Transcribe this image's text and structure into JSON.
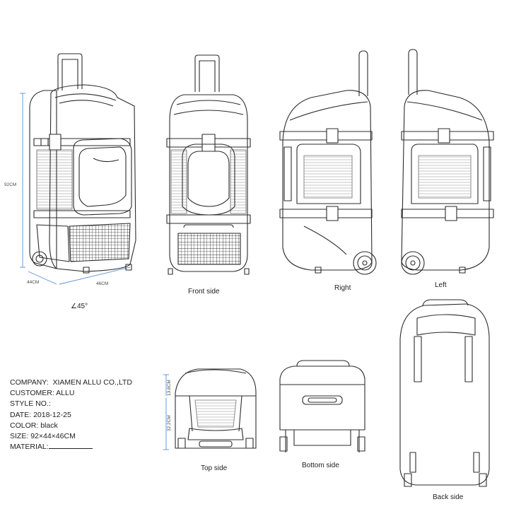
{
  "views": {
    "angle_label": "∠45°",
    "front": "Front side",
    "right": "Right",
    "left": "Left",
    "back": "Back side",
    "top": "Top side",
    "bottom": "Bottom side"
  },
  "dimensions": {
    "height": "92CM",
    "width_left": "44CM",
    "depth": "46CM",
    "top_upper": "13.8CM",
    "top_lower": "32.2CM"
  },
  "spec": {
    "company_label": "COMPANY:",
    "company_value": "XIAMEN ALLU CO.,LTD",
    "customer_label": "CUSTOMER:",
    "customer_value": "ALLU",
    "style_label": "STYLE NO.:",
    "style_value": "",
    "date_label": "DATE:",
    "date_value": "2018-12-25",
    "color_label": "COLOR:",
    "color_value": "black",
    "size_label": "SIZE:",
    "size_value": "92×44×46CM",
    "material_label": "MATERIAL:",
    "material_value": ""
  },
  "colors": {
    "line": "#2b2b2b",
    "dimension": "#5b8fd6"
  }
}
